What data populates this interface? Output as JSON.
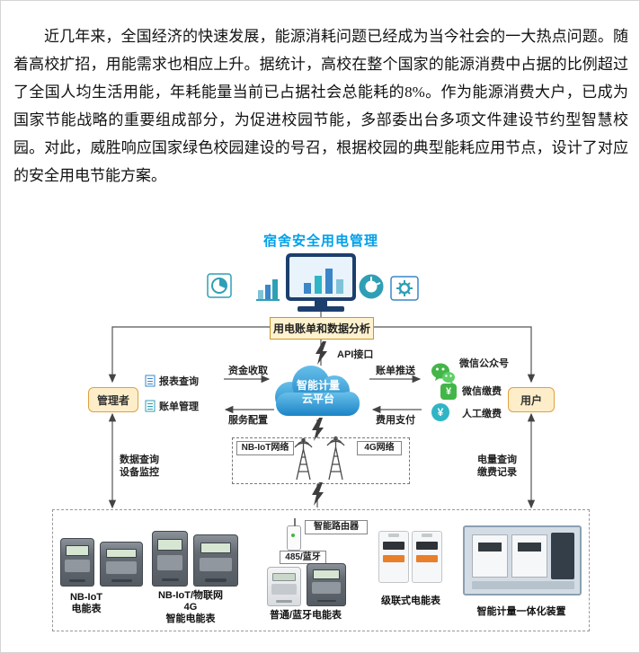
{
  "intro": {
    "paragraph": "近几年来，全国经济的快速发展，能源消耗问题已经成为当今社会的一大热点问题。随着高校扩招，用能需求也相应上升。据统计，高校在整个国家的能源消费中占据的比例超过了全国人均生活用能，年耗能量当前已占据社会总能耗的8%。作为能源消费大户，已成为国家节能战略的重要组成部分，为促进校园节能，多部委出台多项文件建设节约型智慧校园。对此，威胜响应国家绿色校园建设的号召，根据校园的典型能耗应用节点，设计了对应的安全用电节能方案。"
  },
  "diagram": {
    "title": "宿舍安全用电管理",
    "analysis_box": "用电账单和数据分析",
    "api_label": "API接口",
    "cloud_line1": "智能计量",
    "cloud_line2": "云平台",
    "manager": "管理者",
    "user": "用户",
    "report_query": "报表查询",
    "bill_manage": "账单管理",
    "fund_collect": "资金收取",
    "service_config": "服务配置",
    "bill_push": "账单推送",
    "fee_pay": "费用支付",
    "wechat_official": "微信公众号",
    "wechat_pay": "微信缴费",
    "manual_pay": "人工缴费",
    "data_query": "数据查询",
    "device_monitor": "设备监控",
    "power_query": "电量查询",
    "pay_record": "缴费记录",
    "nbiot_net": "NB-IoT网络",
    "g4_net": "4G网络",
    "router": "智能路由器",
    "bus_485": "485/蓝牙",
    "meter_nbiot_l1": "NB-IoT",
    "meter_nbiot_l2": "电能表",
    "meter_4g_l1": "NB-IoT/物联网",
    "meter_4g_l2": "4G",
    "meter_4g_l3": "智能电能表",
    "meter_common": "普通/蓝牙电能表",
    "meter_cascade": "级联式电能表",
    "meter_integrated": "智能计量一体化装置"
  },
  "icons": {
    "yuan_symbol": "¥"
  },
  "colors": {
    "title_blue": "#00a0e9",
    "cloud_blue": "#2e9ad8",
    "node_fill": "#fdeec9",
    "node_border": "#dfa13e",
    "wechat_green": "#44b549",
    "teal": "#2fb5c5",
    "orange_accent": "#e87f2a"
  }
}
